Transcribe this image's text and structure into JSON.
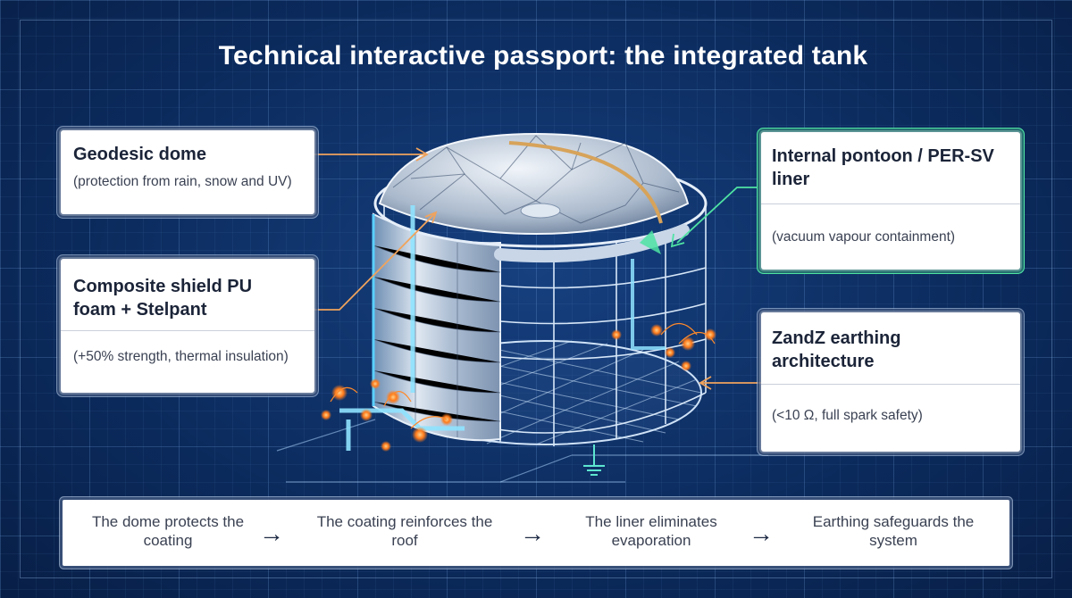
{
  "title": "Technical interactive passport: the integrated tank",
  "callouts": {
    "dome": {
      "heading": "Geodesic dome",
      "detail": "(protection from rain, snow and UV)"
    },
    "shield": {
      "heading": "Composite shield PU foam + Stelpant",
      "detail": "(+50% strength, thermal insulation)"
    },
    "pontoon": {
      "heading": "Internal pontoon / PER-SV liner",
      "detail": "(vacuum vapour containment)"
    },
    "earthing": {
      "heading": "ZandZ earthing architecture",
      "detail": "(<10 Ω, full spark safety)"
    }
  },
  "flow": {
    "steps": [
      "The dome protects the coating",
      "The coating reinforces the roof",
      "The liner eliminates evaporation",
      "Earthing safeguards the system"
    ],
    "arrow": "→"
  },
  "colors": {
    "background": "#0b2a5c",
    "callout_line_orange": "#f0a35c",
    "callout_line_green": "#4fe3a3",
    "spark_orange": "#ff7a1a",
    "ground_symbol": "#5de6d0"
  }
}
